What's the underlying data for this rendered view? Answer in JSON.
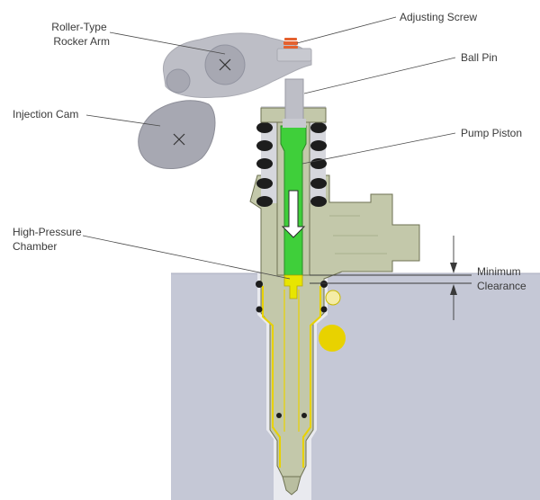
{
  "labels": {
    "roller_type_rocker_arm": [
      "Roller-Type",
      "Rocker Arm"
    ],
    "injection_cam": "Injection Cam",
    "adjusting_screw": "Adjusting Screw",
    "ball_pin": "Ball Pin",
    "pump_piston": "Pump Piston",
    "high_pressure_chamber": [
      "High-Pressure",
      "Chamber"
    ],
    "minimum_clearance": [
      "Minimum",
      "Clearance"
    ]
  },
  "colors": {
    "background": "#ffffff",
    "engine_block": "#c5c8d6",
    "injector_body": "#c3c8aa",
    "injector_outline": "#6e7152",
    "rocker_parts": "#bdbec6",
    "cam": "#a7a8b2",
    "pump_piston": "#3fcf3a",
    "high_pressure_chamber": "#e8e500",
    "fuel_passage": "#e8d200",
    "adjusting_screw": "#e4612f",
    "spring_coil": "#1d1d1d",
    "leader_lines": "#4a4a4a"
  }
}
